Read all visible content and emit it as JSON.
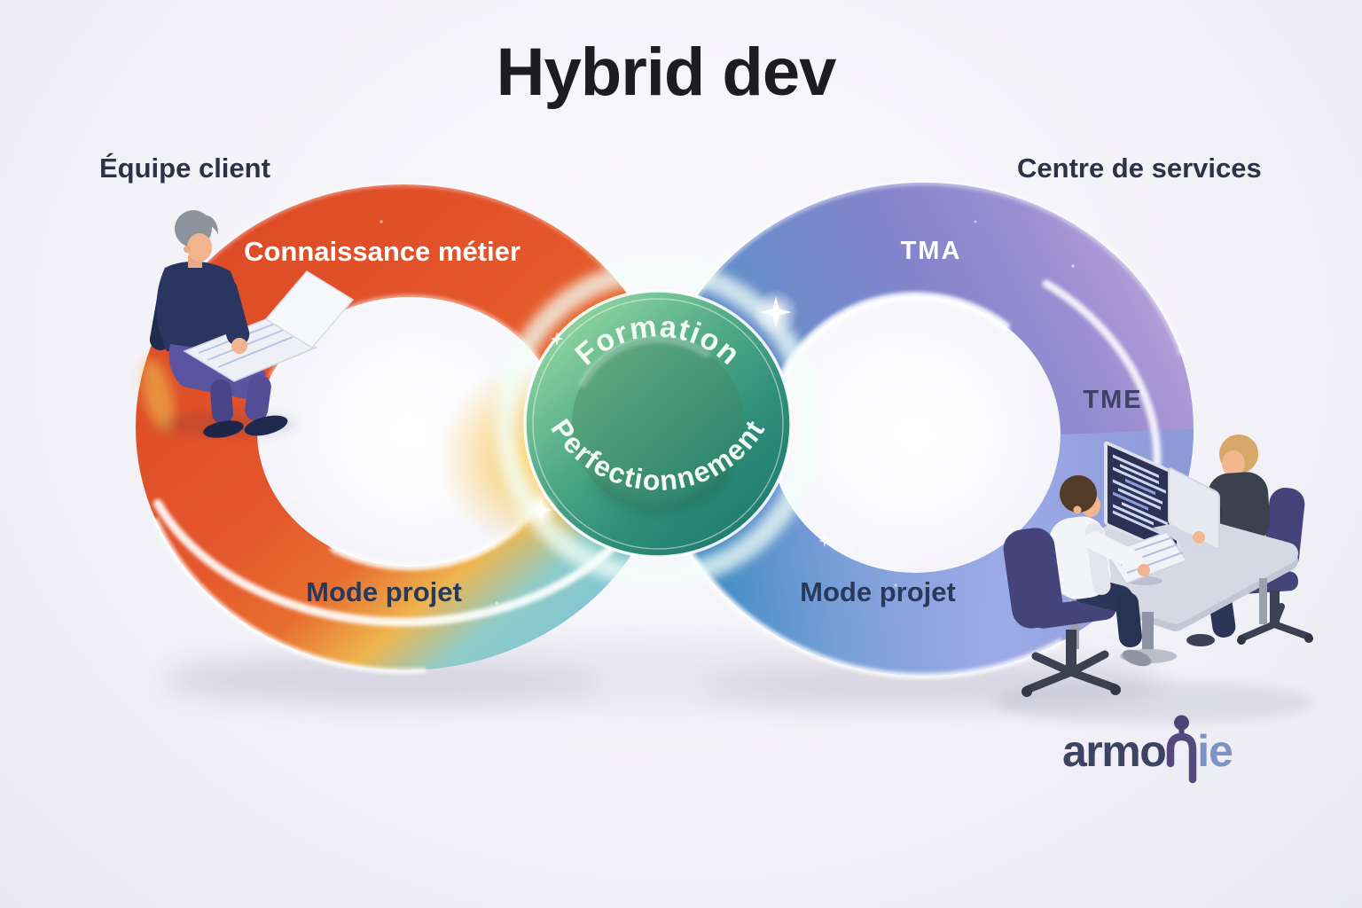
{
  "title": "Hybrid dev",
  "left_team": {
    "heading": "Équipe client",
    "band_top": "Connaissance métier",
    "band_bottom": "Mode projet"
  },
  "right_team": {
    "heading": "Centre de services",
    "band_top": "TMA",
    "band_mid": "TME",
    "band_bottom": "Mode projet"
  },
  "center_badge": {
    "top": "Formation",
    "bottom": "Perfectionnement"
  },
  "logo": {
    "prefix": "armo",
    "suffix": "ie",
    "full_name": "armonie"
  },
  "colors": {
    "background": "#f3f2f8",
    "left_loop_orange": "#e4562b",
    "accent_yellow": "#f2c24e",
    "loop_teal": "#5fbad7",
    "right_loop_blue": "#4a8ec6",
    "right_loop_purple": "#9b8fd2",
    "right_loop_lavender": "#c5abdc",
    "center_circle_green": "#2f8d78",
    "text_dark": "#2c3349",
    "text_light": "#ffffff",
    "logo_dark": "#3d4463",
    "logo_purple": "#55497f",
    "logo_light_blue": "#7e92c3"
  }
}
